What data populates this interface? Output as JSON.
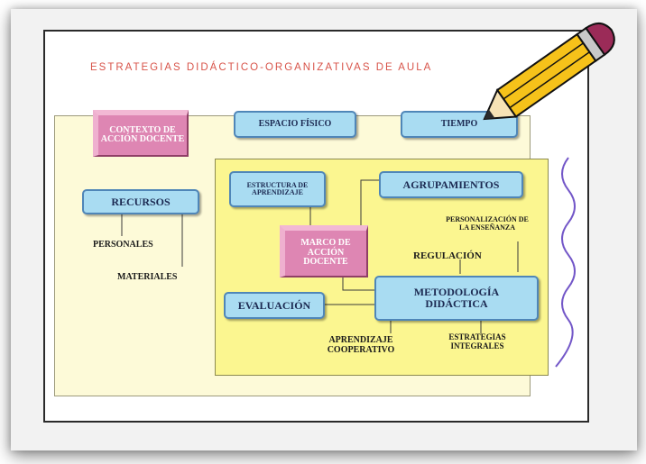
{
  "title": "ESTRATEGIAS DIDÁCTICO-ORGANIZATIVAS DE AULA",
  "nodes": {
    "contexto": "CONTEXTO DE ACCIÓN DOCENTE",
    "espacio": "ESPACIO FÍSICO",
    "tiempo": "TIEMPO",
    "recursos": "RECURSOS",
    "personales": "PERSONALES",
    "materiales": "MATERIALES",
    "estructura": "ESTRUCTURA DE APRENDIZAJE",
    "agrupamientos": "AGRUPAMIENTOS",
    "marco": "MARCO DE ACCIÓN DOCENTE",
    "personalizacion": "PERSONALIZACIÓN DE LA ENSEÑANZA",
    "regulacion": "REGULACIÓN",
    "evaluacion": "EVALUACIÓN",
    "metodologia": "METODOLOGÍA DIDÁCTICA",
    "aprendizaje": "APRENDIZAJE COOPERATIVO",
    "estrategias": "ESTRATEGIAS INTEGRALES"
  }
}
